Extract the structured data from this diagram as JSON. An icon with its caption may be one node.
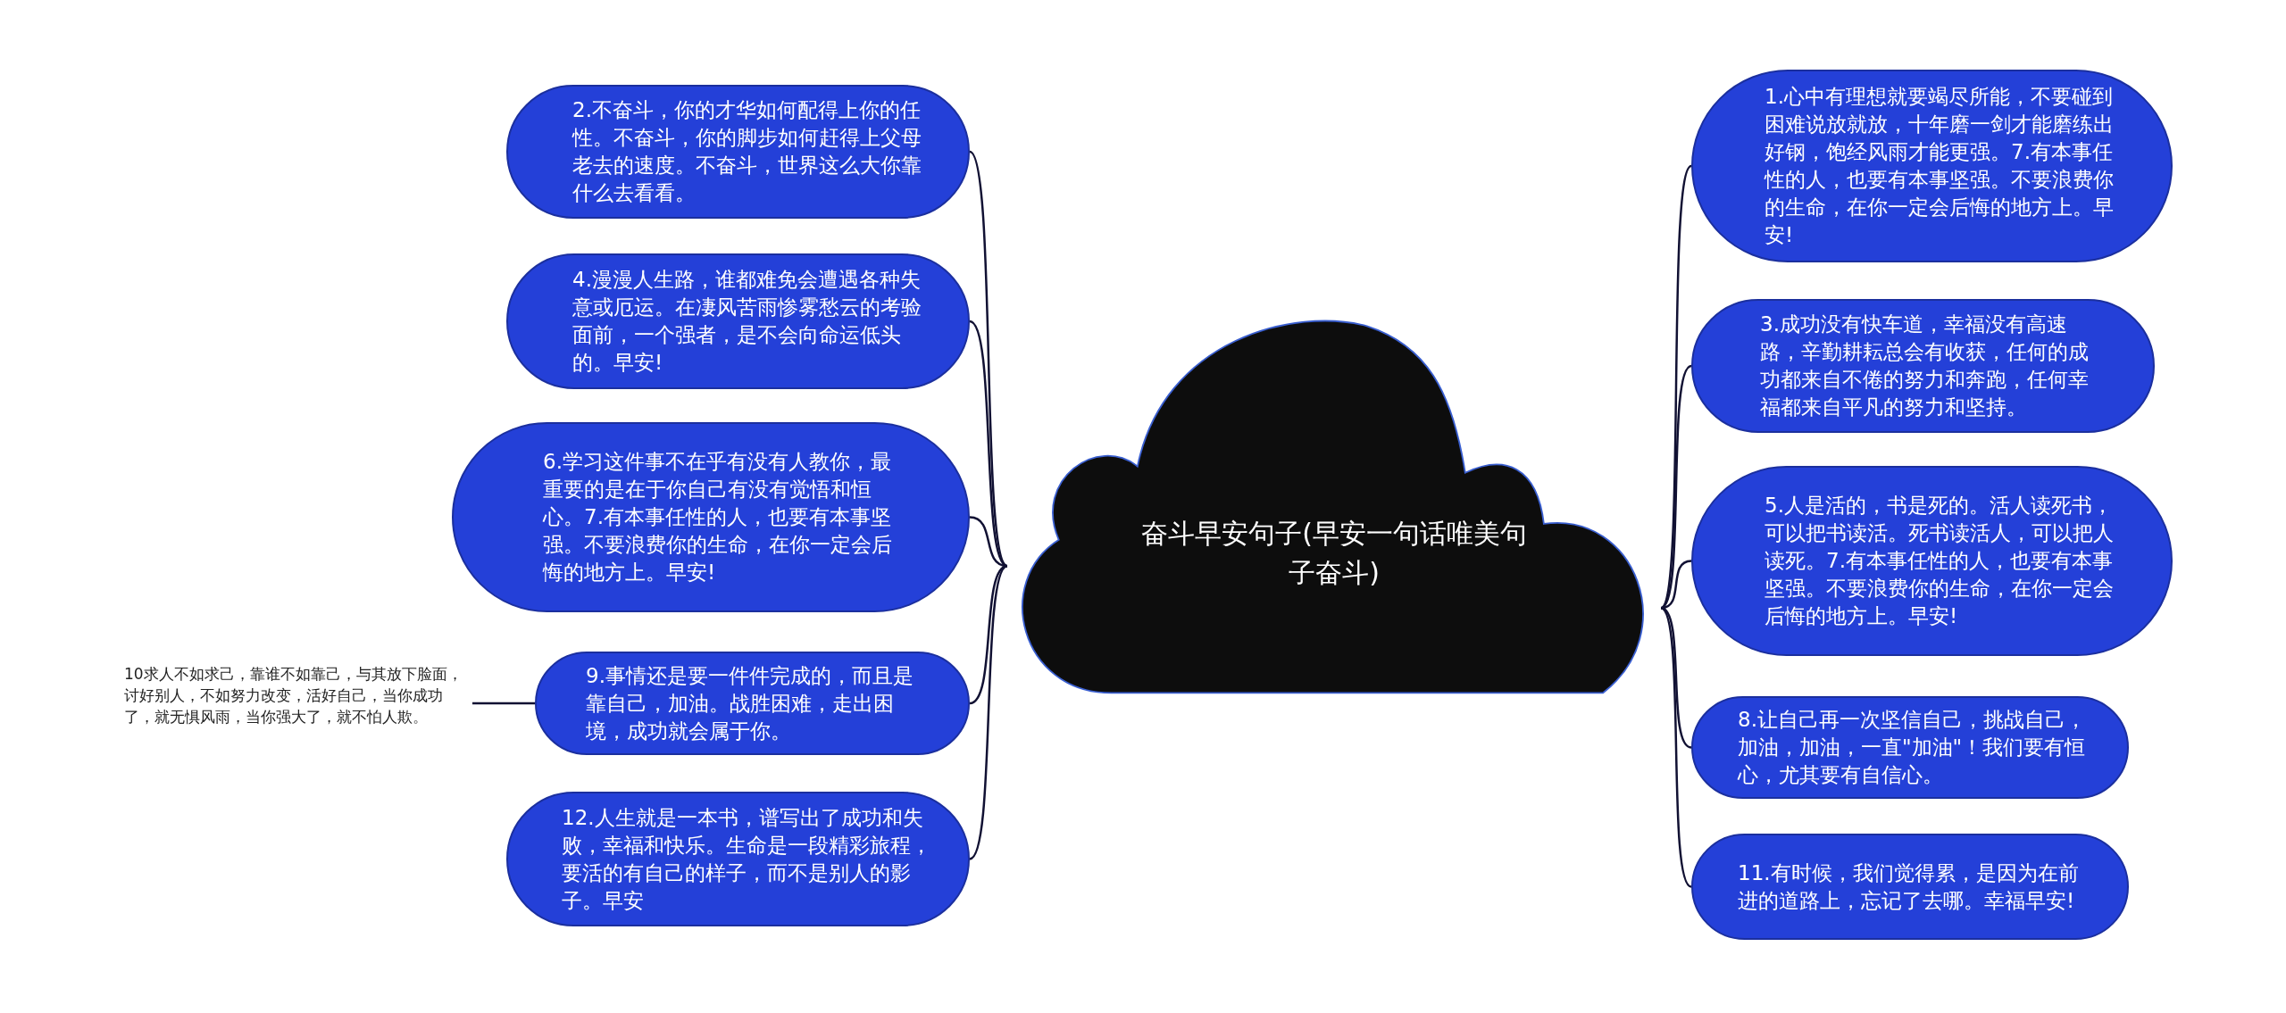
{
  "diagram": {
    "nodes": [
      {
        "text": [
          "奋斗早安句子(早安一句话唯美句子奋斗)"
        ]
      },
      {
        "text": [
          "2.不奋斗，你的才华如何配得上你的任性。不奋斗，你的脚步如何赶得上父母老去的速度。不奋斗，世界这么大你靠什么去看看。"
        ]
      },
      {
        "text": [
          "4.漫漫人生路，谁都难免会遭遇各种失意或厄运。在凄风苦雨惨雾愁云的考验面前，一个强者，是不会向命运低头的。早安!"
        ]
      },
      {
        "text": [
          "6.学习这件事不在乎有没有人教你，最重要的是在于你自己有没有觉悟和恒心。7.有本事任性的人，也要有本事坚强。不要浪费你的生命，在你一定会后悔的地方上。早安!"
        ]
      },
      {
        "text": [
          "9.事情还是要一件件完成的，而且是靠自己，加油。战胜困难，走出困境，成功就会属于你。"
        ]
      },
      {
        "text": [
          "12.人生就是一本书，谱写出了成功和失败，幸福和快乐。生命是一段精彩旅程，要活的有自己的样子，而不是别人的影子。早安"
        ]
      },
      {
        "text": [
          "10求人不如求己，靠谁不如靠己，与其放下脸面，讨好别人，不如努力改变，活好自己，当你成功了，就无惧风雨，当你强大了，就不怕人欺。"
        ]
      },
      {
        "text": [
          "1.心中有理想就要竭尽所能，不要碰到困难说放就放，十年磨一剑才能磨练出好钢，饱经风雨才能更强。7.有本事任性的人，也要有本事坚强。不要浪费你的生命，在你一定会后悔的地方上。早安!"
        ]
      },
      {
        "text": [
          "3.成功没有快车道，幸福没有高速路，辛勤耕耘总会有收获，任何的成功都来自不倦的努力和奔跑，任何幸福都来自平凡的努力和坚持。"
        ]
      },
      {
        "text": [
          "5.人是活的，书是死的。活人读死书，可以把书读活。死书读活人，可以把人读死。7.有本事任性的人，也要有本事坚强。不要浪费你的生命，在你一定会后悔的地方上。早安!"
        ]
      },
      {
        "text": [
          "8.让自己再一次坚信自己，挑战自己，加油，加油，一直\"加油\"！我们要有恒心，尤其要有自信心。"
        ]
      },
      {
        "text": [
          "11.有时候，我们觉得累，是因为在前进的道路上，忘记了去哪。幸福早安!"
        ]
      }
    ],
    "edges": [
      {
        "from": 0,
        "to": 1,
        "arrow": "none"
      },
      {
        "from": 0,
        "to": 2,
        "arrow": "none"
      },
      {
        "from": 0,
        "to": 3,
        "arrow": "none"
      },
      {
        "from": 0,
        "to": 4,
        "arrow": "none"
      },
      {
        "from": 0,
        "to": 5,
        "arrow": "none"
      },
      {
        "from": 4,
        "to": 6,
        "arrow": "none"
      },
      {
        "from": 0,
        "to": 7,
        "arrow": "none"
      },
      {
        "from": 0,
        "to": 8,
        "arrow": "none"
      },
      {
        "from": 0,
        "to": 9,
        "arrow": "none"
      },
      {
        "from": 0,
        "to": 10,
        "arrow": "none"
      },
      {
        "from": 0,
        "to": 11,
        "arrow": "none"
      }
    ]
  }
}
